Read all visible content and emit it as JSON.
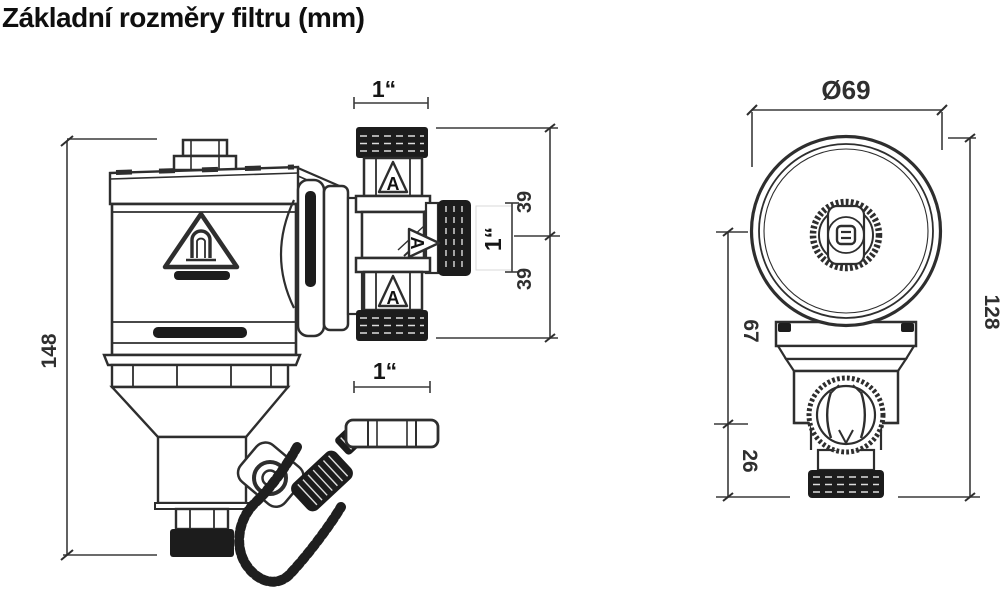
{
  "title": "Základní rozměry filtru (mm)",
  "colors": {
    "line": "#2e2e2e",
    "dark_fill": "#1c1c1c",
    "background": "#ffffff",
    "text": "#2f2f2f"
  },
  "side_view": {
    "overall_height": "148",
    "top_connection": "1“",
    "bottom_connection": "1“",
    "side_connection": "1“",
    "center_to_top": "39",
    "center_to_bottom": "39",
    "flow_arrows": [
      "A",
      "A",
      "A"
    ]
  },
  "front_view": {
    "diameter": "Ø69",
    "overall_height": "128",
    "center_to_valve_port": "67",
    "valve_port_to_bottom": "26"
  }
}
